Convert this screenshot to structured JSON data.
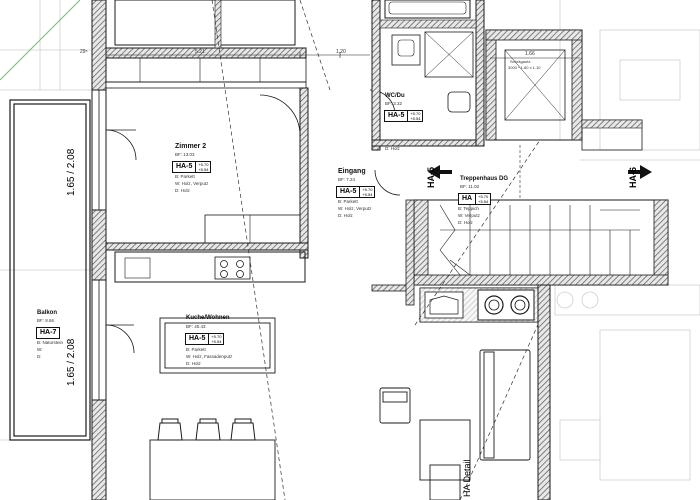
{
  "rooms": {
    "zimmer2": {
      "name": "Zimmer 2",
      "area": "BF: 13.03",
      "code": "HA-5",
      "level_top": "+5.70",
      "level_bottom": "+5.54",
      "notes": [
        "B: Parkett",
        "W: Holz, Verputz",
        "D: Holz"
      ]
    },
    "eingang": {
      "name": "Eingang",
      "area": "BF: 7.24",
      "code": "HA-5",
      "level_top": "+5.70",
      "level_bottom": "+5.54",
      "notes": [
        "B: Parkett",
        "W: Holz, Verputz",
        "D: Holz"
      ]
    },
    "wcdu": {
      "name": "WC/Du",
      "area": "BF: 3.32",
      "code": "HA-5",
      "level_top": "+5.70",
      "level_bottom": "+5.54",
      "notes": [
        "D: Holz"
      ]
    },
    "treppenhaus": {
      "name": "Treppenhaus DG",
      "area": "BF: 11.02",
      "code": "HA",
      "level_top": "+5.70",
      "level_bottom": "+5.54",
      "notes": [
        "B: Teppich",
        "W: Verputz",
        "D: Holz"
      ]
    },
    "balkon": {
      "name": "Balkon",
      "area": "BF: 8.66",
      "code": "HA-7",
      "notes": [
        "B: Naturstein",
        "W:",
        "D:"
      ]
    },
    "kueche": {
      "name": "Kuche/Wohnen",
      "area": "BF: 40.43",
      "code": "HA-5",
      "level_top": "+5.70",
      "level_bottom": "+5.54",
      "notes": [
        "B: Parkett",
        "W: Holz, Fassadenputz",
        "D: Holz"
      ]
    }
  },
  "dimensions": {
    "window_upper": "1.65 / 2.08",
    "window_lower": "1.65 / 2.08",
    "top_left": "29⁵",
    "top_mid1": "5.21",
    "top_mid2": "1.20",
    "elevator_width": "1.66",
    "elevator_label": "Schrägaufz.",
    "elevator_size": "3000 * 1.60 x 1.10"
  },
  "section_markers": {
    "left": "HA-5",
    "right": "HA-6",
    "detail": "HA Detail"
  },
  "colors": {
    "wall": "#1a1a1a",
    "hatch": "#6b6b6b",
    "faint": "#c8c8c8",
    "line": "#222222"
  }
}
